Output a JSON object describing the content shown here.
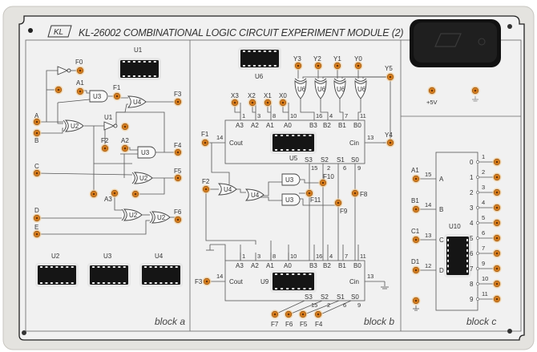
{
  "title": "KL-26002 COMBINATIONAL LOGIC CIRCUIT EXPERIMENT MODULE (2)",
  "logo_text": "KL",
  "colors": {
    "board": "#e4e3df",
    "panel": "#f1f1f1",
    "terminal": "#d9801f",
    "chip": "#151515",
    "line": "#555555"
  },
  "block_a": {
    "label": "block a",
    "chip_top": "U1",
    "chips_bottom": [
      "U2",
      "U3",
      "U4"
    ],
    "terminals": {
      "F0": "F0",
      "A1": "A1",
      "F1": "F1",
      "F3": "F3",
      "A": "A",
      "B": "B",
      "F2": "F2",
      "A2": "A2",
      "F4": "F4",
      "C": "C",
      "F5": "F5",
      "A3": "A3",
      "D": "D",
      "E": "E",
      "F6": "F6"
    },
    "gates": [
      "U1",
      "U3",
      "U4",
      "U2",
      "U1",
      "U3",
      "U2",
      "U2",
      "U2"
    ]
  },
  "block_b": {
    "label": "block b",
    "chip_u6": "U6",
    "y_terms": [
      "Y3",
      "Y2",
      "Y1",
      "Y0"
    ],
    "y5": "Y5",
    "y4": "Y4",
    "x_terms": [
      "X3",
      "X2",
      "X1",
      "X0"
    ],
    "xor_gates": [
      "U6",
      "U6",
      "U6",
      "U6"
    ],
    "u5": {
      "name": "U5",
      "a_pins": [
        "1",
        "3",
        "8",
        "10"
      ],
      "a_labels": [
        "A3",
        "A2",
        "A1",
        "A0"
      ],
      "b_pins": [
        "16",
        "4",
        "7",
        "11"
      ],
      "b_labels": [
        "B3",
        "B2",
        "B1",
        "B0"
      ],
      "cout": "Cout",
      "cout_pin": "14",
      "cin": "Cin",
      "cin_pin": "13",
      "s_labels": [
        "S3",
        "S2",
        "S1",
        "S0"
      ],
      "s_pins": [
        "15",
        "2",
        "6",
        "9"
      ],
      "f_out": "F1"
    },
    "mid": {
      "F2": "F2",
      "gates": [
        "U4",
        "U4",
        "U3",
        "U3"
      ],
      "F10": "F10",
      "F11": "F11",
      "F9": "F9",
      "F8": "F8"
    },
    "u9": {
      "name": "U9",
      "a_pins": [
        "1",
        "3",
        "8",
        "10"
      ],
      "a_labels": [
        "A3",
        "A2",
        "A1",
        "A0"
      ],
      "b_pins": [
        "16",
        "4",
        "7",
        "11"
      ],
      "b_labels": [
        "B3",
        "B2",
        "B1",
        "B0"
      ],
      "cout": "Cout",
      "cout_pin": "14",
      "cin": "Cin",
      "cin_pin": "13",
      "s_labels": [
        "S3",
        "S2",
        "S1",
        "S0"
      ],
      "s_pins": [
        "15",
        "2",
        "6",
        "9"
      ],
      "f_out": "F3",
      "s_terms": [
        "F7",
        "F6",
        "F5",
        "F4"
      ]
    }
  },
  "power": {
    "plus5v": "+5V"
  },
  "block_c": {
    "label": "block c",
    "chip": "U10",
    "inputs": [
      {
        "term": "A1",
        "pin": "15",
        "name": "A"
      },
      {
        "term": "B1",
        "pin": "14",
        "name": "B"
      },
      {
        "term": "C1",
        "pin": "13",
        "name": "C"
      },
      {
        "term": "D1",
        "pin": "12",
        "name": "D"
      }
    ],
    "outputs": [
      {
        "name": "0",
        "pin": "1"
      },
      {
        "name": "1",
        "pin": "2"
      },
      {
        "name": "2",
        "pin": "3"
      },
      {
        "name": "3",
        "pin": "4"
      },
      {
        "name": "4",
        "pin": "5"
      },
      {
        "name": "5",
        "pin": "6"
      },
      {
        "name": "6",
        "pin": "7"
      },
      {
        "name": "7",
        "pin": "9"
      },
      {
        "name": "8",
        "pin": "10"
      },
      {
        "name": "9",
        "pin": "11"
      }
    ]
  }
}
